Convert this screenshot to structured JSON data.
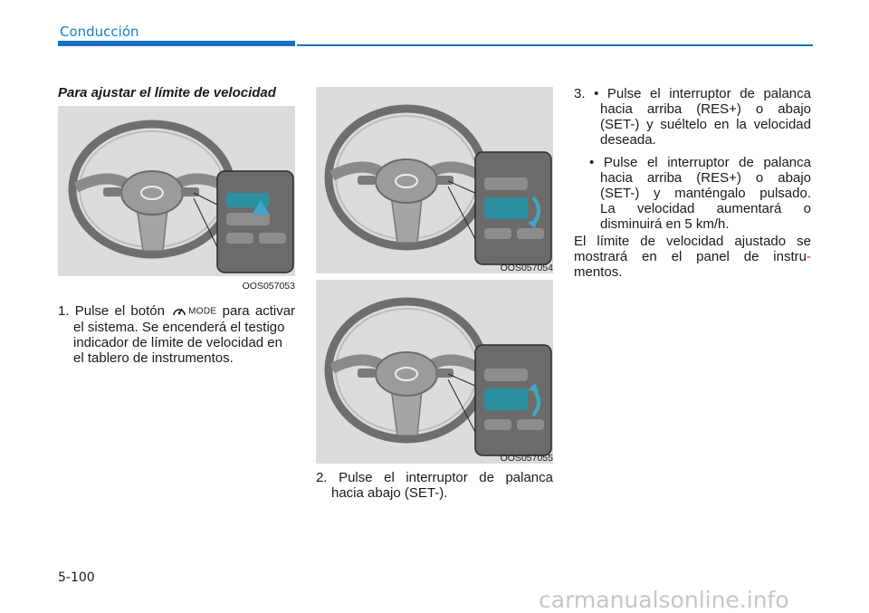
{
  "header": {
    "section": "Conducción"
  },
  "subheading": "Para ajustar el límite de velocidad",
  "figures": [
    {
      "code": "OOS057053"
    },
    {
      "code": "OOS057054"
    },
    {
      "code": "OOS057055"
    }
  ],
  "step1": {
    "num": "1.",
    "before_icon": "Pulse el botón",
    "icon": "speed-limit-mode-icon",
    "icon_text": "MODE",
    "after_icon": "para activar",
    "lines": [
      "el sistema. Se encenderá el testigo",
      "indicador de límite de velocidad en",
      "el tablero de instrumentos."
    ]
  },
  "step2": {
    "num": "2.",
    "line1": "Pulse el interruptor de palanca",
    "line2": "hacia abajo (SET-)."
  },
  "step3": {
    "num": "3.",
    "bullet1": {
      "first": "• Pulse el interruptor de palanca",
      "lines": [
        "hacia arriba (RES+) o abajo",
        "(SET-) y suéltelo en la velocidad",
        "deseada."
      ]
    },
    "bullet2": {
      "first": "• Pulse el interruptor de palanca",
      "lines": [
        "hacia arriba (RES+) o abajo",
        "(SET-) y manténgalo pulsado.",
        "La velocidad aumentará o",
        "disminuirá en 5 km/h."
      ]
    }
  },
  "closing": {
    "line1": "El límite de velocidad ajustado se",
    "line2_before": "mostrará en el panel de instru",
    "line2_hyphen": "-",
    "line3": "mentos."
  },
  "footer": {
    "page_number": "5-100",
    "watermark": "carmanualsonline.info"
  }
}
